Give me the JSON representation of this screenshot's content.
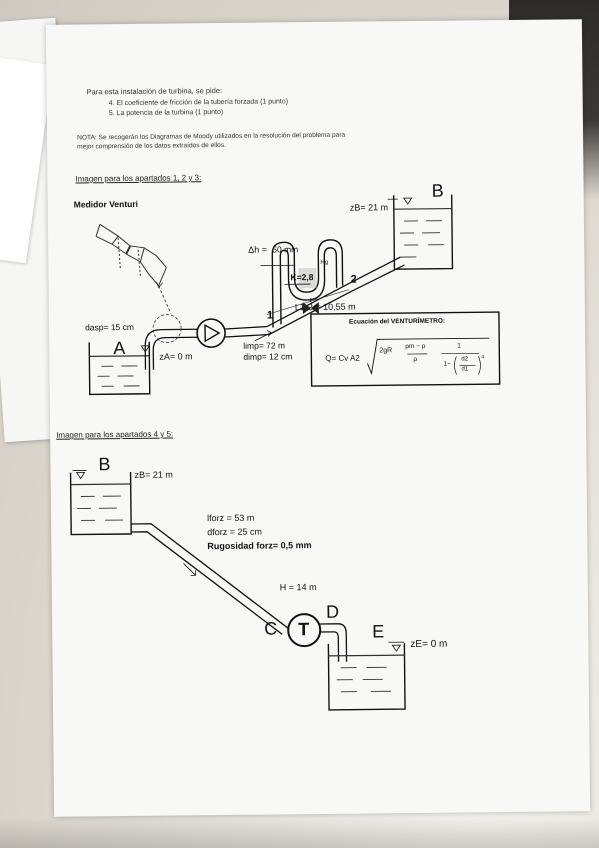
{
  "intro": {
    "line": "Para esta instalación de turbina, se pide:",
    "items": [
      "4. El coeficiente de fricción de la tubería forzada (1 punto)",
      "5. La potencia de la turbina (1 punto)"
    ],
    "note_line1": "NOTA: Se recogerán los Diagramas de Moody utilizados en la resolución del problema para",
    "note_line2": "mejor comprensión de los datos extraídos de ellos."
  },
  "fig1": {
    "heading": "Imagen para los apartados 1, 2 y 3:",
    "venturi_title": "Medidor Venturi",
    "label_B": "B",
    "zB": "zB= 21 m",
    "dh": "Δh =",
    "dh_val": "50 mm",
    "hg": "Hg",
    "K": "K=2,8",
    "point2": "2",
    "point1": "1",
    "L12": "L1-2 = 10,55 m",
    "dasp": "dasp= 15 cm",
    "label_A": "A",
    "zA": "zA= 0 m",
    "limp": "limp= 72 m",
    "dimp": "dimp= 12 cm",
    "eq_title": "Ecuación del VENTURÍMETRO:",
    "eq_left": "Q= Cv A2",
    "eq_sqrt": "2gR",
    "eq_num": "ρm − ρ",
    "eq_den": "ρ",
    "eq_one": "1",
    "eq_frac_den": "1−",
    "eq_d2": "d2",
    "eq_d1": "d1",
    "eq_exp": "4"
  },
  "fig2": {
    "heading": "Imagen para los apartados 4 y 5:",
    "label_B": "B",
    "zB": "zB= 21 m",
    "lforz": "lforz = 53 m",
    "dforz": "dforz = 25 cm",
    "rug": "Rugosidad forz= 0,5 mm",
    "H": "H = 14 m",
    "label_C": "C",
    "label_T": "T",
    "label_D": "D",
    "label_E": "E",
    "zE": "zE= 0 m"
  }
}
